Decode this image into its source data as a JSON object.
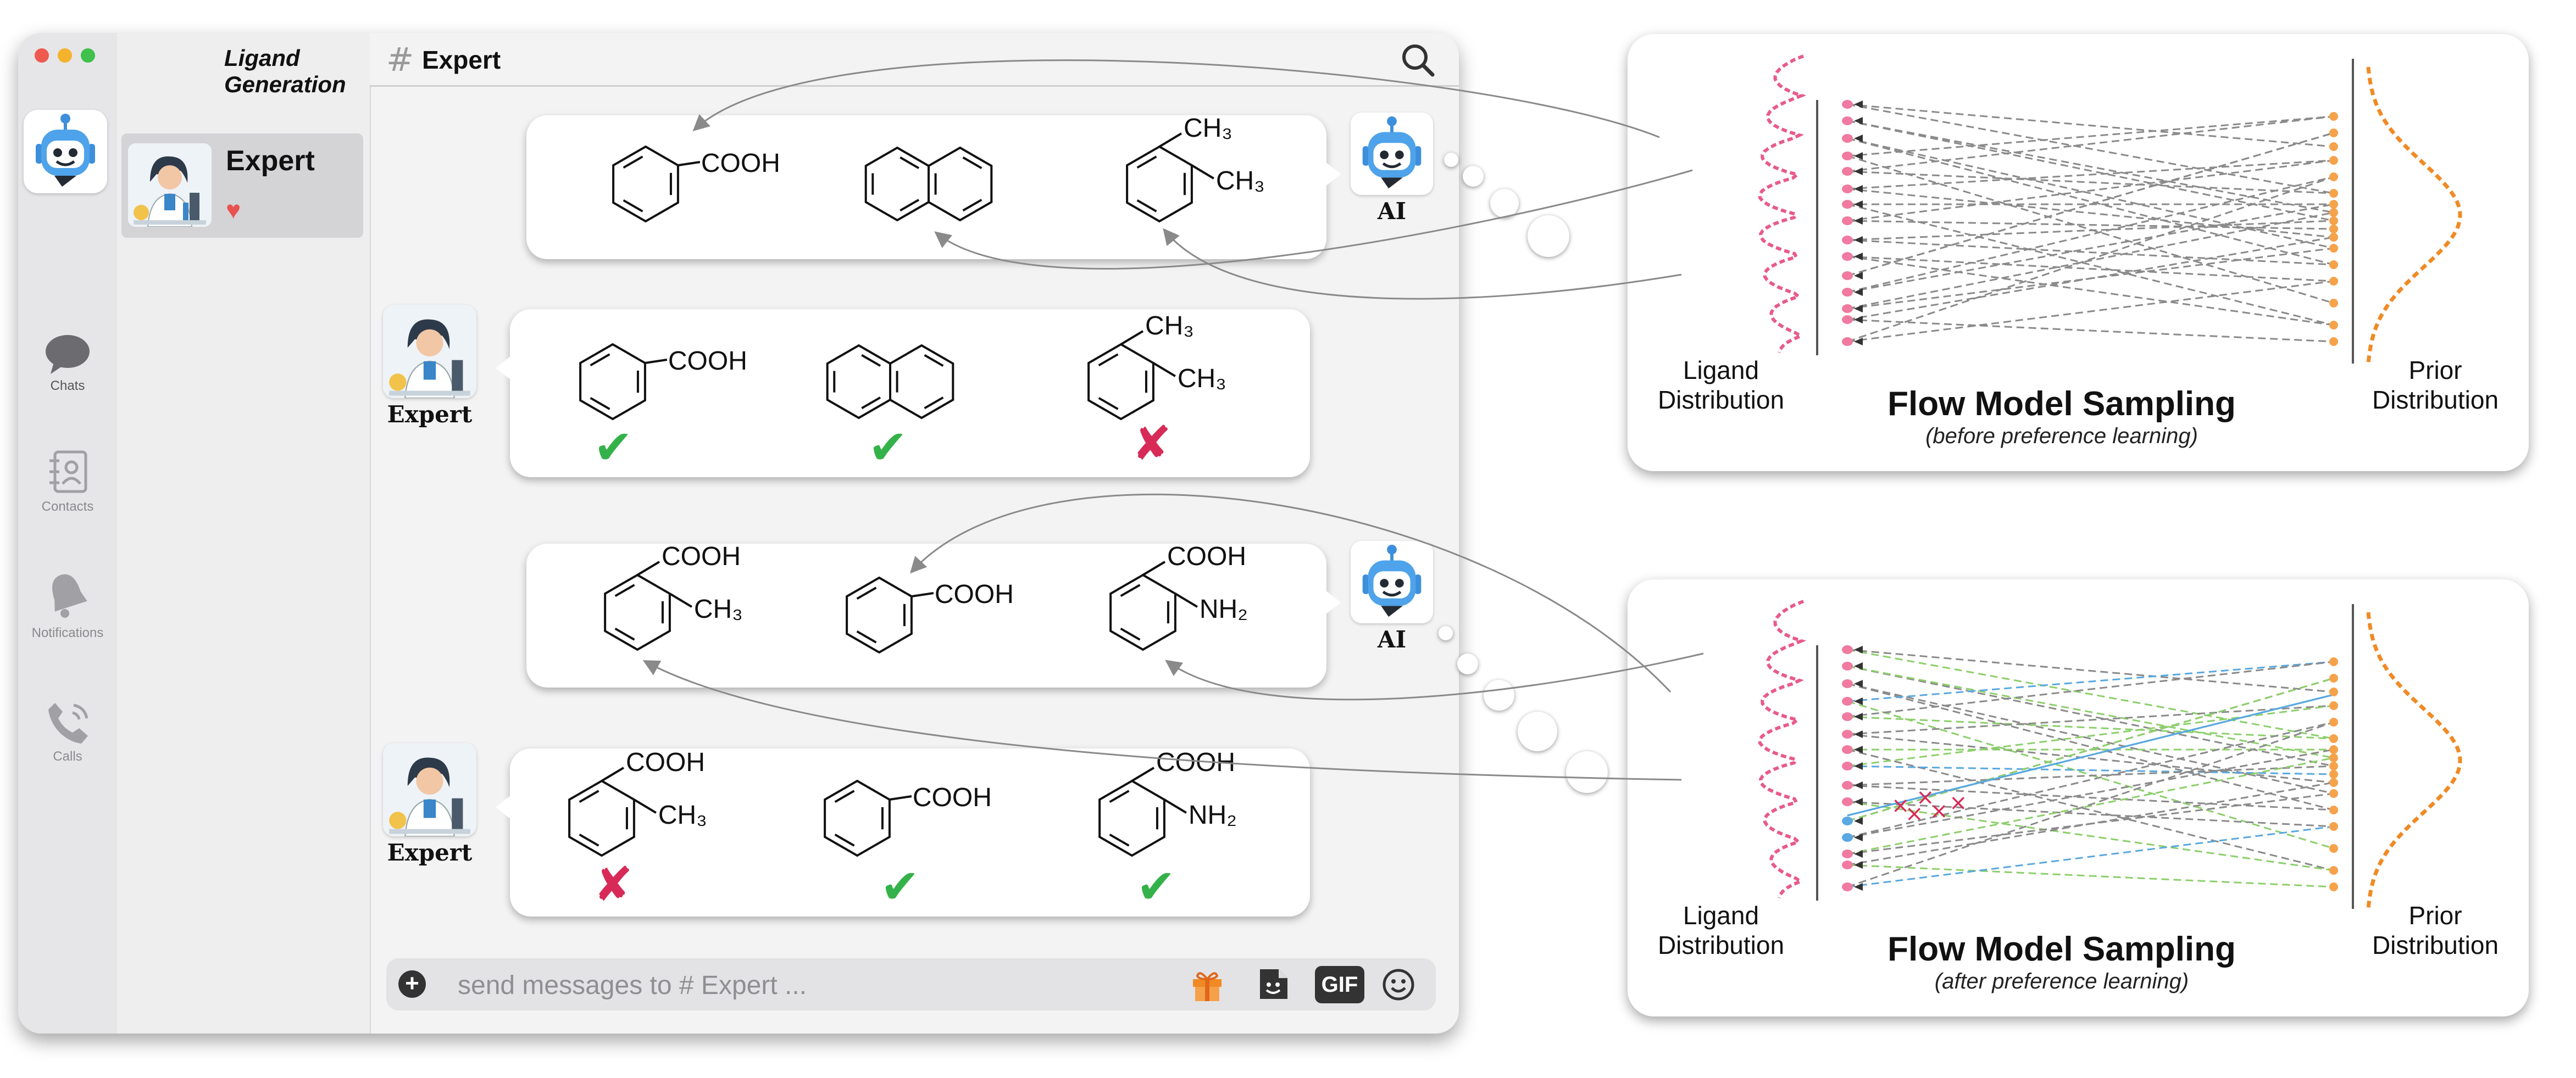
{
  "window": {
    "group_title": "Ligand Generation",
    "channel_name": "Expert"
  },
  "rail": {
    "items": [
      {
        "label": "Chats",
        "icon": "chat-bubble-icon"
      },
      {
        "label": "Contacts",
        "icon": "contacts-icon"
      },
      {
        "label": "Notifications",
        "icon": "bell-icon"
      },
      {
        "label": "Calls",
        "icon": "phone-icon"
      }
    ]
  },
  "contact": {
    "name": "Expert",
    "icon": "heart-icon"
  },
  "messages": [
    {
      "sender": "AI",
      "molecules": [
        "benzoic acid",
        "naphthalene",
        "o-xylene"
      ],
      "labels": [
        [
          "COOH"
        ],
        [],
        [
          "CH₃",
          "CH₃"
        ]
      ]
    },
    {
      "sender": "Expert",
      "molecules": [
        "benzoic acid",
        "naphthalene",
        "o-xylene"
      ],
      "labels": [
        [
          "COOH"
        ],
        [],
        [
          "CH₃",
          "CH₃"
        ]
      ],
      "marks": [
        "check",
        "check",
        "cross"
      ]
    },
    {
      "sender": "AI",
      "molecules": [
        "o-toluic acid",
        "benzoic acid",
        "anthranilic acid"
      ],
      "labels": [
        [
          "COOH",
          "CH₃"
        ],
        [
          "COOH"
        ],
        [
          "COOH",
          "NH₂"
        ]
      ]
    },
    {
      "sender": "Expert",
      "molecules": [
        "o-toluic acid",
        "benzoic acid",
        "anthranilic acid"
      ],
      "labels": [
        [
          "COOH",
          "CH₃"
        ],
        [
          "COOH"
        ],
        [
          "COOH",
          "NH₂"
        ]
      ],
      "marks": [
        "cross",
        "check",
        "check"
      ]
    }
  ],
  "input": {
    "placeholder": "send messages to # Expert ...",
    "tools": [
      "gift-icon",
      "sticker-icon",
      "GIF",
      "emoji-icon"
    ],
    "gif_label": "GIF"
  },
  "panels": [
    {
      "left_label": "Ligand\nDistribution",
      "title": "Flow Model Sampling",
      "subtitle": "(before preference learning)",
      "right_label": "Prior\nDistribution"
    },
    {
      "left_label": "Ligand\nDistribution",
      "title": "Flow Model Sampling",
      "subtitle": "(after preference learning)",
      "right_label": "Prior\nDistribution"
    }
  ],
  "colors": {
    "ligand_curve": "#e85a8c",
    "prior_curve": "#f08a24",
    "good_path": "#8ccf6a",
    "bad_path": "#58a8e0",
    "neutral_path": "#8a8a8a",
    "check": "#34b24a",
    "cross": "#d72a57"
  }
}
